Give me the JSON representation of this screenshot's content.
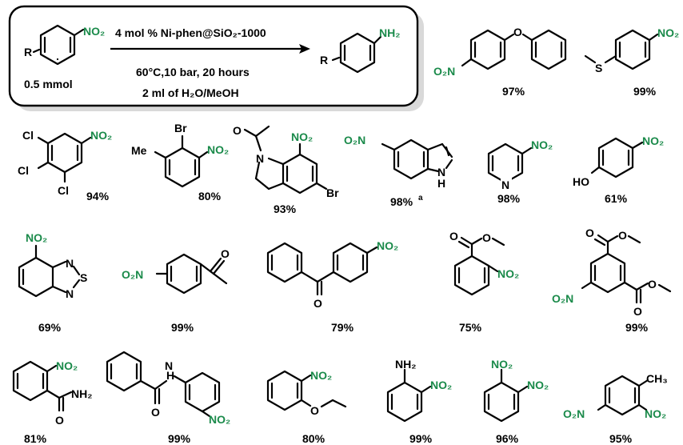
{
  "reaction": {
    "reactant_r": "R",
    "reactant_group": "NO₂",
    "reactant_amount": "0.5 mmol",
    "catalyst": "4 mol % Ni-phen@SiO₂-1000",
    "conditions_1": "60°C,10 bar, 20 hours",
    "conditions_2": "2 ml of H₂O/MeOH",
    "product_r": "R",
    "product_group": "NH₂"
  },
  "labels": {
    "no2": "NO₂",
    "o2n": "O₂N",
    "nh2": "NH₂",
    "o": "O",
    "s": "S",
    "n": "N",
    "h": "H",
    "cl": "Cl",
    "br": "Br",
    "me": "Me",
    "ho": "HO",
    "ch3": "CH₃"
  },
  "compounds": [
    {
      "id": "p1",
      "yield": "97%"
    },
    {
      "id": "p2",
      "yield": "99%"
    },
    {
      "id": "p3",
      "yield": "94%"
    },
    {
      "id": "p4",
      "yield": "80%"
    },
    {
      "id": "p5",
      "yield": "93%"
    },
    {
      "id": "p6",
      "yield": "98%",
      "note": "a"
    },
    {
      "id": "p7",
      "yield": "98%"
    },
    {
      "id": "p8",
      "yield": "61%"
    },
    {
      "id": "p9",
      "yield": "69%"
    },
    {
      "id": "p10",
      "yield": "99%"
    },
    {
      "id": "p11",
      "yield": "79%"
    },
    {
      "id": "p12",
      "yield": "75%"
    },
    {
      "id": "p13",
      "yield": "99%"
    },
    {
      "id": "p14",
      "yield": "81%"
    },
    {
      "id": "p15",
      "yield": "99%"
    },
    {
      "id": "p16",
      "yield": "80%"
    },
    {
      "id": "p17",
      "yield": "99%"
    },
    {
      "id": "p18",
      "yield": "96%"
    },
    {
      "id": "p19",
      "yield": "95%"
    }
  ]
}
